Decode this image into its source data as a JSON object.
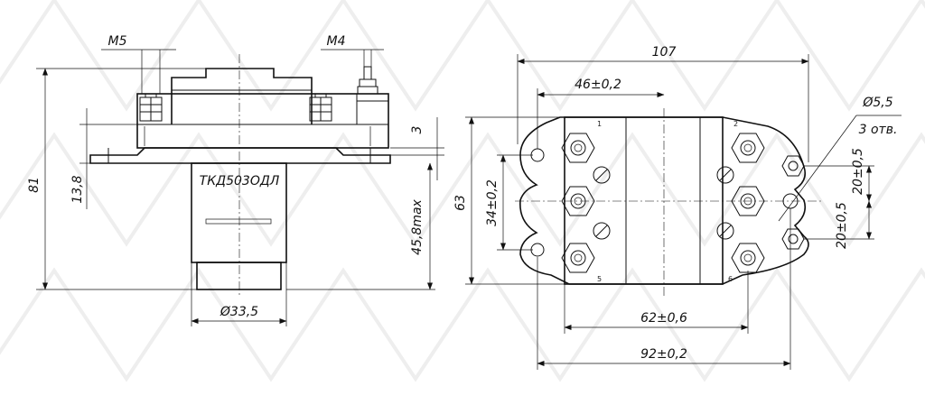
{
  "side_view": {
    "thread_m5": "M5",
    "thread_m4": "M4",
    "body_marking": "ТКД503ОДЛ",
    "dim_total_height": "81",
    "dim_flange_height": "13,8",
    "dim_flange_thickness": "3",
    "dim_body_height": "45,8max",
    "dim_diameter": "Ø33,5"
  },
  "top_view": {
    "dim_overall_width": "107",
    "dim_offset": "46±0,2",
    "dim_hole_diameter": "Ø5,5",
    "dim_hole_count": "3 отв.",
    "dim_height": "63",
    "dim_inner_height": "34±0,2",
    "dim_spacing_upper": "20±0,5",
    "dim_spacing_lower": "20±0,5",
    "dim_inner_width": "62±0,6",
    "dim_hole_span": "92±0,2",
    "terminal_labels": [
      "1",
      "2",
      "5",
      "6"
    ]
  }
}
